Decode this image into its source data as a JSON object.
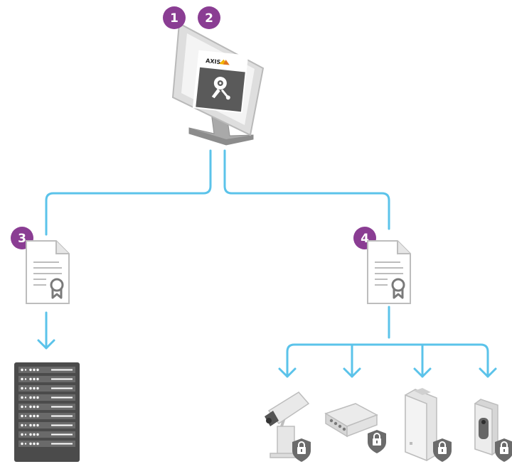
{
  "badges": {
    "b1": "1",
    "b2": "2",
    "b3": "3",
    "b4": "4"
  },
  "logo": {
    "text": "AXIS"
  },
  "colors": {
    "badge": "#8a3d93",
    "connector": "#5bc3ea",
    "device_gray": "#c8c8c8",
    "server_dark": "#4b4b4b",
    "lock_shield": "#6b6b6b"
  },
  "icons": {
    "workstation": "monitor-icon",
    "cert_left": "certificate-icon",
    "cert_right": "certificate-icon",
    "server": "server-rack-icon",
    "devices": [
      "box-camera-icon",
      "encoder-icon",
      "io-module-icon",
      "door-station-icon"
    ],
    "lock": "shield-lock-icon"
  }
}
